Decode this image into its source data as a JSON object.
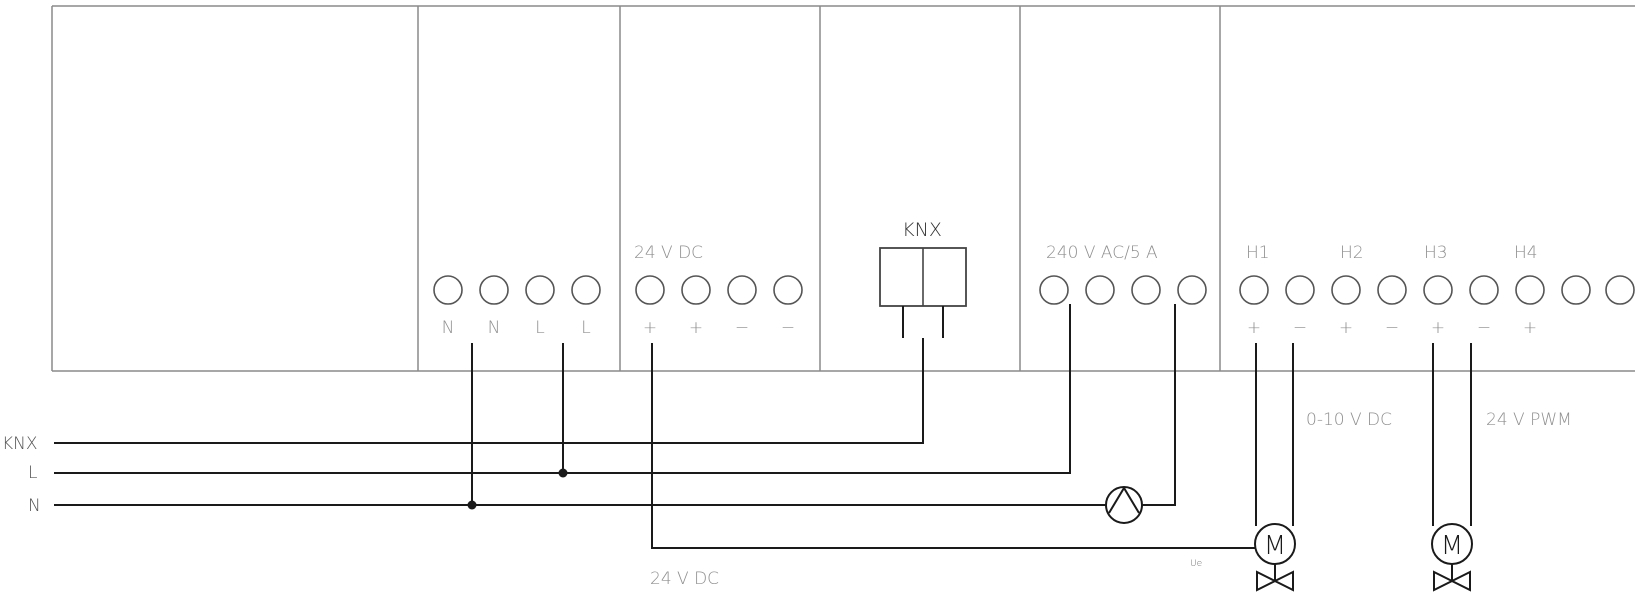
{
  "modules": {
    "power": {
      "terminal_labels": [
        "N",
        "N",
        "L",
        "L"
      ]
    },
    "dc_supply": {
      "title": "24 V DC",
      "terminal_labels": [
        "+",
        "+",
        "−",
        "−"
      ]
    },
    "bus": {
      "title": "KNX"
    },
    "relay": {
      "title": "240 V AC/5 A"
    },
    "outputs": {
      "channels": [
        "H1",
        "H2",
        "H3",
        "H4"
      ],
      "terminal_labels": [
        "+",
        "−",
        "+",
        "−",
        "+",
        "−",
        "+"
      ]
    }
  },
  "lines": {
    "knx": "KNX",
    "l": "L",
    "n": "N"
  },
  "annotations": {
    "analog": "0-10 V DC",
    "pwm": "24 V PWM",
    "supply_bottom": "24 V DC",
    "ue": "Ue"
  },
  "devices": {
    "motor_a": "M",
    "motor_b": "M"
  }
}
